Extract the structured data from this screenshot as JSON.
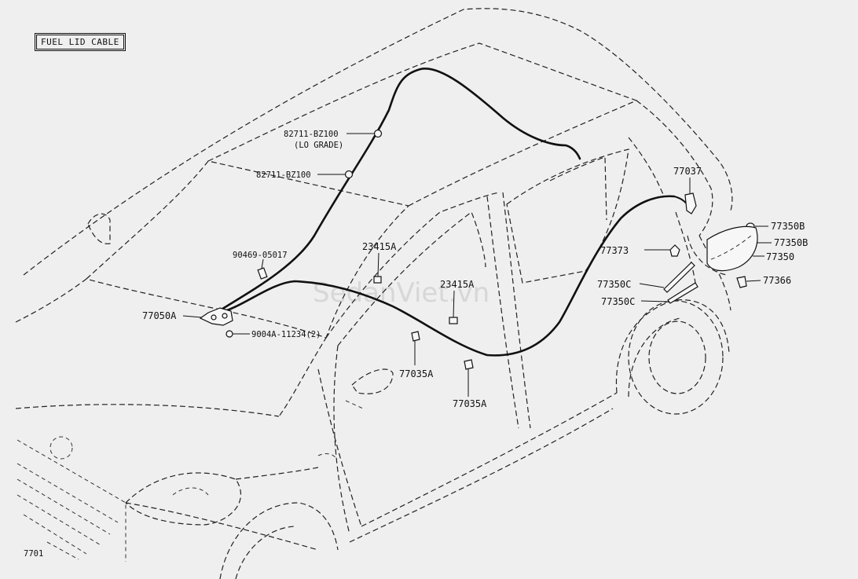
{
  "title": "FUEL LID CABLE",
  "figure_code": "7701",
  "watermark": "SedanViet.vn",
  "parts": {
    "p82711_lo": "82711-BZ100",
    "p82711_lo_note": "(LO GRADE)",
    "p82711": "82711-BZ100",
    "p90469": "90469-05017",
    "p77050a": "77050A",
    "p9004a": "9004A-11234(2)",
    "p23415a_1": "23415A",
    "p23415a_2": "23415A",
    "p77035a_1": "77035A",
    "p77035a_2": "77035A",
    "p77037": "77037",
    "p77373": "77373",
    "p77350c_1": "77350C",
    "p77350c_2": "77350C",
    "p77350b_1": "77350B",
    "p77350b_2": "77350B",
    "p77350": "77350",
    "p77366": "77366"
  }
}
